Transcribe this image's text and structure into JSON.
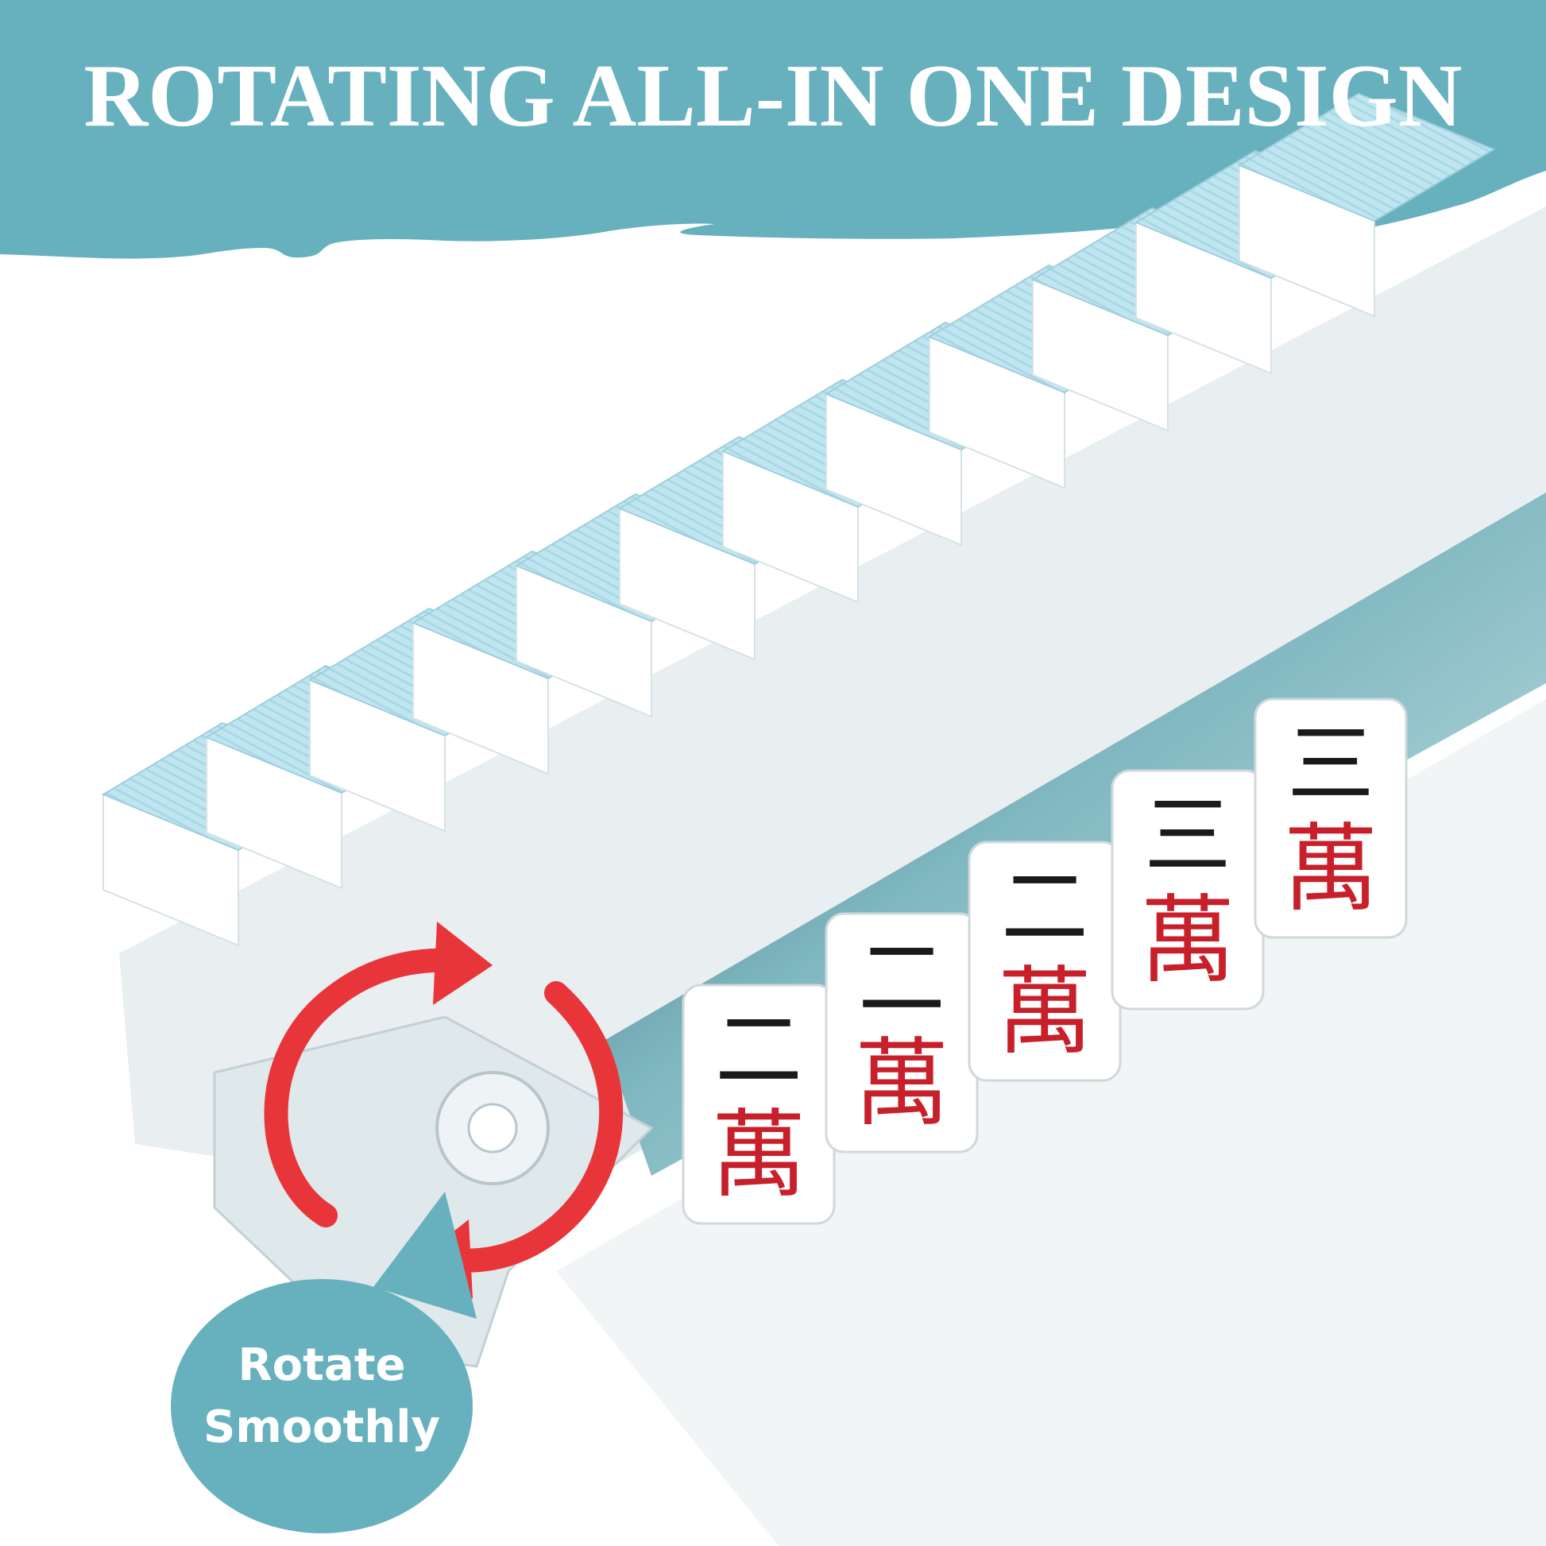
{
  "headline": "ROTATING ALL-IN ONE DESIGN",
  "callout": {
    "line1": "Rotate",
    "line2": "Smoothly"
  },
  "tiles": {
    "front_numeral": "二",
    "back_numeral": "三",
    "suit_character": "萬"
  },
  "colors": {
    "teal": "#67b0be",
    "tile_back_blue": "#bfe6f0",
    "arrow_red": "#e8353a",
    "character_red": "#c8202a",
    "character_black": "#1a1a1a"
  },
  "icons": [
    "rotate-arrow-icon",
    "rotate-arrow-icon"
  ]
}
